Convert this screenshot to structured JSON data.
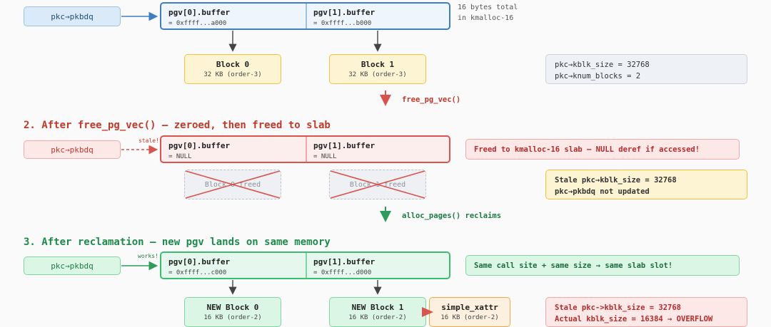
{
  "colors": {
    "blue": "#3d7fc1",
    "red": "#d9534f",
    "green": "#3bbd72",
    "yellow": "#f0c244"
  },
  "s1": {
    "pkc_label": "pkc→pkbdq",
    "pgv0_title": "pgv[0].buffer",
    "pgv0_addr": "= 0xffff...a000",
    "pgv1_title": "pgv[1].buffer",
    "pgv1_addr": "= 0xffff...b000",
    "note_line1": "16 bytes total",
    "note_line2": "in kmalloc-16",
    "block0_title": "Block 0",
    "block0_sub": "32 KB (order-3)",
    "block1_title": "Block 1",
    "block1_sub": "32 KB (order-3)",
    "info_line1": "pkc→kblk_size = 32768",
    "info_line2": "pkc→knum_blocks = 2",
    "arrow_label": "free_pg_vec()"
  },
  "s2": {
    "heading": "2. After free_pg_vec() — zeroed, then freed to slab",
    "pkc_label": "pkc→pkbdq",
    "stale_tag": "stale!",
    "pgv0_title": "pgv[0].buffer",
    "pgv0_addr": "= NULL",
    "pgv1_title": "pgv[1].buffer",
    "pgv1_addr": "= NULL",
    "freed_note": "Freed to kmalloc-16 slab — NULL deref if accessed!",
    "block0_freed": "Block 0 freed",
    "block1_freed": "Block 1 freed",
    "stale_line1": "Stale pkc→kblk_size = 32768",
    "stale_line2": "pkc→pkbdq not updated",
    "arrow_label": "alloc_pages() reclaims"
  },
  "s3": {
    "heading": "3. After reclamation — new pgv lands on same memory",
    "pkc_label": "pkc→pkbdq",
    "works_tag": "works!",
    "pgv0_title": "pgv[0].buffer",
    "pgv0_addr": "= 0xffff...c000",
    "pgv1_title": "pgv[1].buffer",
    "pgv1_addr": "= 0xffff...d000",
    "callsite_note": "Same call site + same size → same slab slot!",
    "block0_title": "NEW Block 0",
    "block0_sub": "16 KB (order-2)",
    "block1_title": "NEW Block 1",
    "block1_sub": "16 KB (order-2)",
    "xattr_title": "simple_xattr",
    "xattr_sub": "16 KB (order-2)",
    "overflow_line1": "Stale pkc->kblk_size = 32768",
    "overflow_line2": "Actual kblk_size = 16384 → OVERFLOW"
  }
}
